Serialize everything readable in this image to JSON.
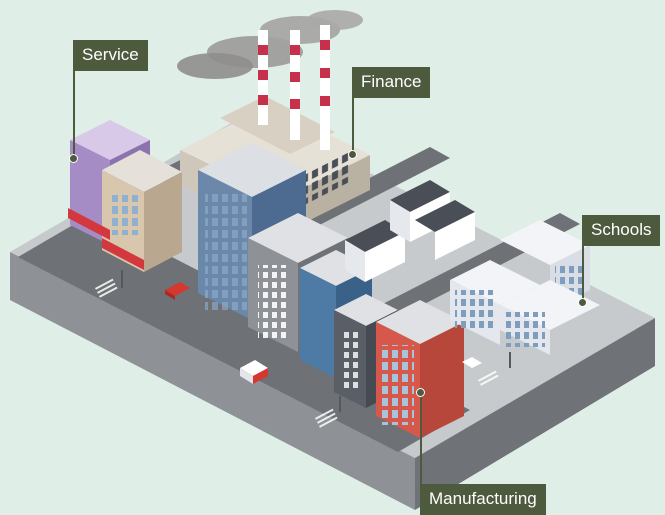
{
  "labels": {
    "service": "Service",
    "finance": "Finance",
    "schools": "Schools",
    "manufacturing": "Manufacturing"
  },
  "colors": {
    "background": "#dfeee7",
    "label_bg": "#4d5a3d",
    "label_text": "#ffffff",
    "road": "#6e7175",
    "block": "#c9ccd0"
  }
}
